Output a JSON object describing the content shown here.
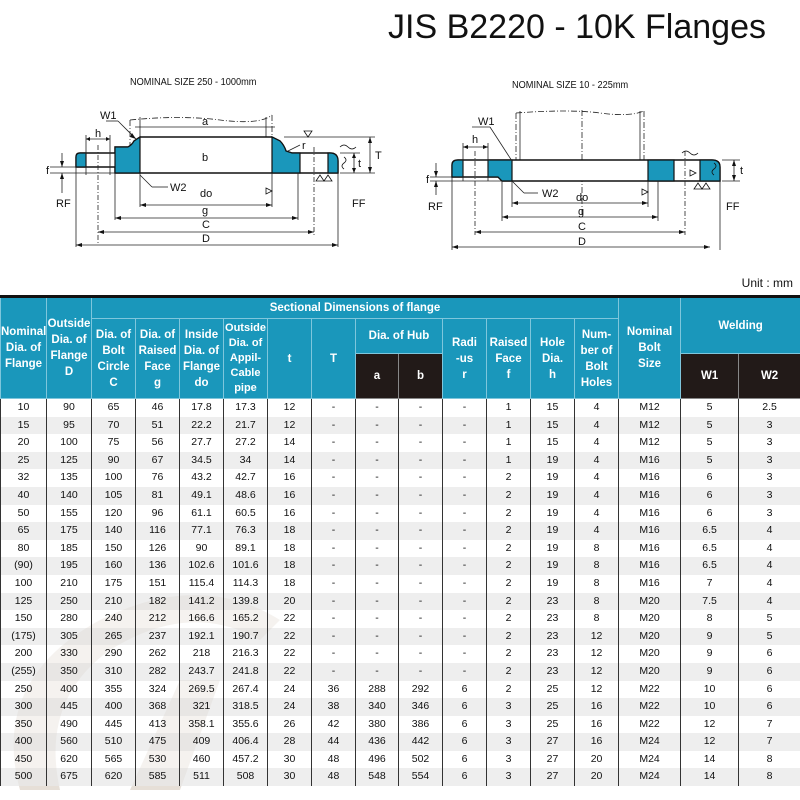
{
  "title": "JIS B2220 - 10K Flanges",
  "diagrams": {
    "left": {
      "label": "NOMINAL SIZE 250 - 1000mm",
      "dims": {
        "W1": "W1",
        "h": "h",
        "a": "a",
        "b": "b",
        "r": "r",
        "T": "T",
        "t": "t",
        "f": "f",
        "W2": "W2",
        "do": "do",
        "g": "g",
        "C": "C",
        "D": "D",
        "RF": "RF",
        "FF": "FF"
      }
    },
    "right": {
      "label": "NOMINAL SIZE 10 - 225mm",
      "dims": {
        "W1": "W1",
        "h": "h",
        "t": "t",
        "f": "f",
        "W2": "W2",
        "do": "do",
        "g": "g",
        "C": "C",
        "D": "D",
        "RF": "RF",
        "FF": "FF"
      }
    }
  },
  "unit": "Unit : mm",
  "table": {
    "headers": {
      "nominal_dia": [
        "Nominal",
        "Dia. of",
        "Flange"
      ],
      "outside_dia": [
        "Outside",
        "Dia. of",
        "Flange",
        "D"
      ],
      "sectional": "Sectional Dimensions of flange",
      "bolt_circle": [
        "Dia. of",
        "Bolt",
        "Circle",
        "C"
      ],
      "raised_face_dia": [
        "Dia. of",
        "Raised",
        "Face",
        "g"
      ],
      "inside_dia": [
        "Inside",
        "Dia. of",
        "Flange",
        "do"
      ],
      "pipe_od": [
        "Outside",
        "Dia. of",
        "Appil-",
        "Cable",
        "pipe"
      ],
      "t": "t",
      "T": "T",
      "hub": "Dia. of Hub",
      "hub_a": "a",
      "hub_b": "b",
      "radius": [
        "Radi",
        "-us",
        "r"
      ],
      "raised_face_f": [
        "Raised",
        "Face",
        "f"
      ],
      "hole_dia": [
        "Hole",
        "Dia.",
        "h"
      ],
      "bolt_holes": [
        "Num-",
        "ber of",
        "Bolt",
        "Holes"
      ],
      "bolt_size": [
        "Nominal",
        "Bolt",
        "Size"
      ],
      "welding": "Welding",
      "w1": "W1",
      "w2": "W2"
    },
    "rows": [
      [
        "10",
        "90",
        "65",
        "46",
        "17.8",
        "17.3",
        "12",
        "-",
        "-",
        "-",
        "-",
        "1",
        "15",
        "4",
        "M12",
        "5",
        "2.5"
      ],
      [
        "15",
        "95",
        "70",
        "51",
        "22.2",
        "21.7",
        "12",
        "-",
        "-",
        "-",
        "-",
        "1",
        "15",
        "4",
        "M12",
        "5",
        "3"
      ],
      [
        "20",
        "100",
        "75",
        "56",
        "27.7",
        "27.2",
        "14",
        "-",
        "-",
        "-",
        "-",
        "1",
        "15",
        "4",
        "M12",
        "5",
        "3"
      ],
      [
        "25",
        "125",
        "90",
        "67",
        "34.5",
        "34",
        "14",
        "-",
        "-",
        "-",
        "-",
        "1",
        "19",
        "4",
        "M16",
        "5",
        "3"
      ],
      [
        "32",
        "135",
        "100",
        "76",
        "43.2",
        "42.7",
        "16",
        "-",
        "-",
        "-",
        "-",
        "2",
        "19",
        "4",
        "M16",
        "6",
        "3"
      ],
      [
        "40",
        "140",
        "105",
        "81",
        "49.1",
        "48.6",
        "16",
        "-",
        "-",
        "-",
        "-",
        "2",
        "19",
        "4",
        "M16",
        "6",
        "3"
      ],
      [
        "50",
        "155",
        "120",
        "96",
        "61.1",
        "60.5",
        "16",
        "-",
        "-",
        "-",
        "-",
        "2",
        "19",
        "4",
        "M16",
        "6",
        "3"
      ],
      [
        "65",
        "175",
        "140",
        "116",
        "77.1",
        "76.3",
        "18",
        "-",
        "-",
        "-",
        "-",
        "2",
        "19",
        "4",
        "M16",
        "6.5",
        "4"
      ],
      [
        "80",
        "185",
        "150",
        "126",
        "90",
        "89.1",
        "18",
        "-",
        "-",
        "-",
        "-",
        "2",
        "19",
        "8",
        "M16",
        "6.5",
        "4"
      ],
      [
        "(90)",
        "195",
        "160",
        "136",
        "102.6",
        "101.6",
        "18",
        "-",
        "-",
        "-",
        "-",
        "2",
        "19",
        "8",
        "M16",
        "6.5",
        "4"
      ],
      [
        "100",
        "210",
        "175",
        "151",
        "115.4",
        "114.3",
        "18",
        "-",
        "-",
        "-",
        "-",
        "2",
        "19",
        "8",
        "M16",
        "7",
        "4"
      ],
      [
        "125",
        "250",
        "210",
        "182",
        "141.2",
        "139.8",
        "20",
        "-",
        "-",
        "-",
        "-",
        "2",
        "23",
        "8",
        "M20",
        "7.5",
        "4"
      ],
      [
        "150",
        "280",
        "240",
        "212",
        "166.6",
        "165.2",
        "22",
        "-",
        "-",
        "-",
        "-",
        "2",
        "23",
        "8",
        "M20",
        "8",
        "5"
      ],
      [
        "(175)",
        "305",
        "265",
        "237",
        "192.1",
        "190.7",
        "22",
        "-",
        "-",
        "-",
        "-",
        "2",
        "23",
        "12",
        "M20",
        "9",
        "5"
      ],
      [
        "200",
        "330",
        "290",
        "262",
        "218",
        "216.3",
        "22",
        "-",
        "-",
        "-",
        "-",
        "2",
        "23",
        "12",
        "M20",
        "9",
        "6"
      ],
      [
        "(255)",
        "350",
        "310",
        "282",
        "243.7",
        "241.8",
        "22",
        "-",
        "-",
        "-",
        "-",
        "2",
        "23",
        "12",
        "M20",
        "9",
        "6"
      ],
      [
        "250",
        "400",
        "355",
        "324",
        "269.5",
        "267.4",
        "24",
        "36",
        "288",
        "292",
        "6",
        "2",
        "25",
        "12",
        "M22",
        "10",
        "6"
      ],
      [
        "300",
        "445",
        "400",
        "368",
        "321",
        "318.5",
        "24",
        "38",
        "340",
        "346",
        "6",
        "3",
        "25",
        "16",
        "M22",
        "10",
        "6"
      ],
      [
        "350",
        "490",
        "445",
        "413",
        "358.1",
        "355.6",
        "26",
        "42",
        "380",
        "386",
        "6",
        "3",
        "25",
        "16",
        "M22",
        "12",
        "7"
      ],
      [
        "400",
        "560",
        "510",
        "475",
        "409",
        "406.4",
        "28",
        "44",
        "436",
        "442",
        "6",
        "3",
        "27",
        "16",
        "M24",
        "12",
        "7"
      ],
      [
        "450",
        "620",
        "565",
        "530",
        "460",
        "457.2",
        "30",
        "48",
        "496",
        "502",
        "6",
        "3",
        "27",
        "20",
        "M24",
        "14",
        "8"
      ],
      [
        "500",
        "675",
        "620",
        "585",
        "511",
        "508",
        "30",
        "48",
        "548",
        "554",
        "6",
        "3",
        "27",
        "20",
        "M24",
        "14",
        "8"
      ]
    ]
  },
  "colors": {
    "header_blue": "#1a97bb",
    "header_dark": "#221a18",
    "flange_fill": "#1a97bb",
    "row_alt": "#ebebeb"
  }
}
